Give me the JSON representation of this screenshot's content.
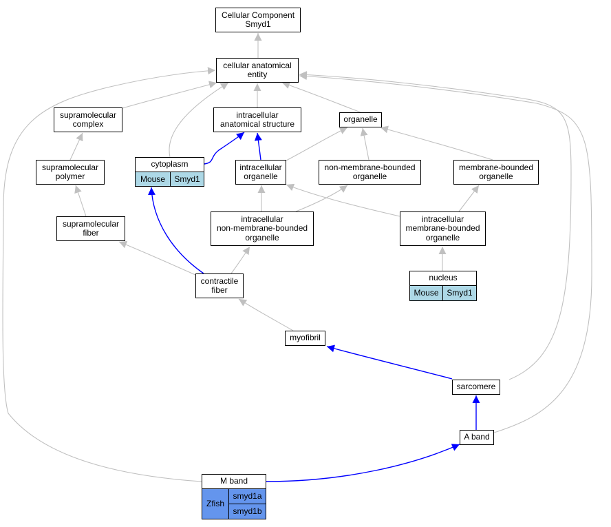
{
  "diagram": {
    "nodes": {
      "root": "Cellular Component\nSmyd1",
      "cae": "cellular anatomical\nentity",
      "sm_complex": "supramolecular\ncomplex",
      "ias": "intracellular\nanatomical structure",
      "organelle": "organelle",
      "sm_polymer": "supramolecular\npolymer",
      "cytoplasm": "cytoplasm",
      "iorg": "intracellular\norganelle",
      "nmbo": "non-membrane-bounded\norganelle",
      "mbo": "membrane-bounded\norganelle",
      "sm_fiber": "supramolecular\nfiber",
      "inmbo": "intracellular\nnon-membrane-bounded\norganelle",
      "imbo": "intracellular\nmembrane-bounded\norganelle",
      "contractile": "contractile\nfiber",
      "nucleus": "nucleus",
      "myofibril": "myofibril",
      "sarcomere": "sarcomere",
      "aband": "A band",
      "mband": "M band"
    },
    "annotations": {
      "cytoplasm": {
        "species": "Mouse",
        "genes": [
          "Smyd1"
        ]
      },
      "nucleus": {
        "species": "Mouse",
        "genes": [
          "Smyd1"
        ]
      },
      "mband": {
        "species": "Zfish",
        "genes": [
          "smyd1a",
          "smyd1b"
        ]
      }
    },
    "edges": [
      {
        "from": "cae",
        "to": "root",
        "type": "is_a"
      },
      {
        "from": "sm_complex",
        "to": "cae",
        "type": "is_a"
      },
      {
        "from": "cytoplasm",
        "to": "cae",
        "type": "is_a"
      },
      {
        "from": "ias",
        "to": "cae",
        "type": "is_a"
      },
      {
        "from": "organelle",
        "to": "cae",
        "type": "is_a"
      },
      {
        "from": "sarcomere",
        "to": "cae",
        "type": "is_a"
      },
      {
        "from": "aband",
        "to": "cae",
        "type": "is_a"
      },
      {
        "from": "mband",
        "to": "cae",
        "type": "is_a"
      },
      {
        "from": "sm_polymer",
        "to": "sm_complex",
        "type": "is_a"
      },
      {
        "from": "sm_fiber",
        "to": "sm_polymer",
        "type": "is_a"
      },
      {
        "from": "cytoplasm",
        "to": "ias",
        "type": "part_of"
      },
      {
        "from": "iorg",
        "to": "ias",
        "type": "part_of"
      },
      {
        "from": "iorg",
        "to": "organelle",
        "type": "is_a"
      },
      {
        "from": "nmbo",
        "to": "organelle",
        "type": "is_a"
      },
      {
        "from": "mbo",
        "to": "organelle",
        "type": "is_a"
      },
      {
        "from": "inmbo",
        "to": "iorg",
        "type": "is_a"
      },
      {
        "from": "inmbo",
        "to": "nmbo",
        "type": "is_a"
      },
      {
        "from": "imbo",
        "to": "iorg",
        "type": "is_a"
      },
      {
        "from": "imbo",
        "to": "mbo",
        "type": "is_a"
      },
      {
        "from": "contractile",
        "to": "sm_fiber",
        "type": "is_a"
      },
      {
        "from": "contractile",
        "to": "cytoplasm",
        "type": "part_of"
      },
      {
        "from": "contractile",
        "to": "inmbo",
        "type": "is_a"
      },
      {
        "from": "nucleus",
        "to": "imbo",
        "type": "is_a"
      },
      {
        "from": "myofibril",
        "to": "contractile",
        "type": "is_a"
      },
      {
        "from": "sarcomere",
        "to": "myofibril",
        "type": "part_of"
      },
      {
        "from": "aband",
        "to": "sarcomere",
        "type": "part_of"
      },
      {
        "from": "mband",
        "to": "aband",
        "type": "part_of"
      }
    ],
    "colors": {
      "is_a": "#c0c0c0",
      "part_of": "#0000ff",
      "mouse_annotation": "#add8e6",
      "zfish_annotation": "#6495ed"
    }
  }
}
